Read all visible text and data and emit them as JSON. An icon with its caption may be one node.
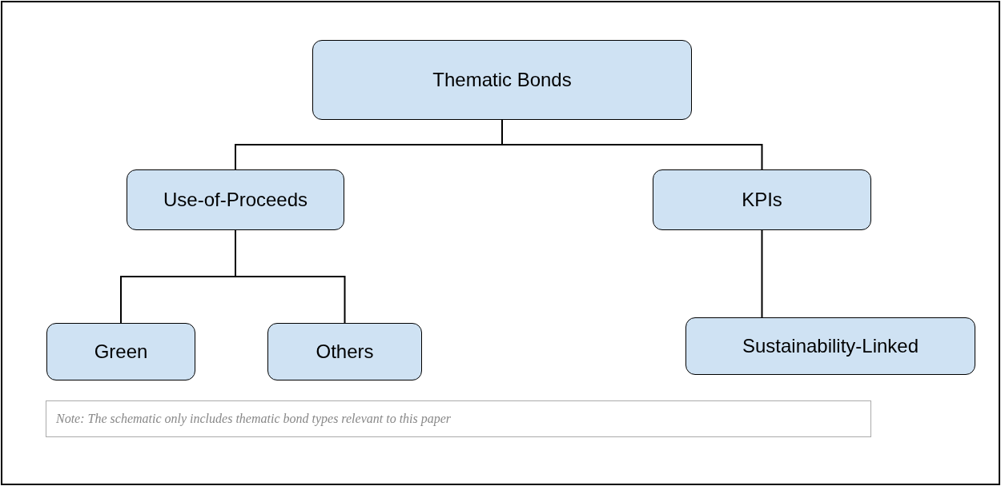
{
  "diagram": {
    "nodes": [
      {
        "text": [
          "Thematic Bonds"
        ]
      },
      {
        "text": [
          "Use-of-Proceeds"
        ]
      },
      {
        "text": [
          "KPIs"
        ]
      },
      {
        "text": [
          "Green"
        ]
      },
      {
        "text": [
          "Others"
        ]
      },
      {
        "text": [
          "Sustainability-Linked"
        ]
      }
    ],
    "edges": [
      {
        "from": 0,
        "to": 1,
        "arrow": "none"
      },
      {
        "from": 0,
        "to": 2,
        "arrow": "none"
      },
      {
        "from": 1,
        "to": 3,
        "arrow": "none"
      },
      {
        "from": 1,
        "to": 4,
        "arrow": "none"
      },
      {
        "from": 2,
        "to": 5,
        "arrow": "none"
      }
    ],
    "labels": [
      "Note: The schematic only includes thematic bond types relevant to this paper"
    ]
  }
}
